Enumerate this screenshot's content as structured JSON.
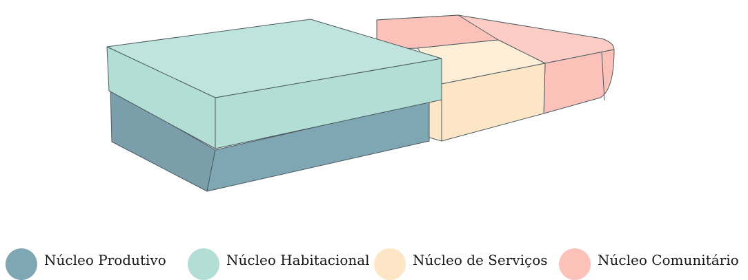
{
  "diagram": {
    "colors": {
      "produtivo": "#7fa6b3",
      "habitacional": "#b3ded6",
      "servicos": "#fde6c6",
      "comunitario": "#fcc2ba",
      "edge": "#4a5a5f"
    }
  },
  "legend": {
    "items": [
      {
        "label": "Núcleo Produtivo",
        "color": "#7fa6b3",
        "icon": "circle-swatch"
      },
      {
        "label": "Núcleo Habitacional",
        "color": "#b3ded6",
        "icon": "circle-swatch"
      },
      {
        "label": "Núcleo de Serviços",
        "color": "#fde6c6",
        "icon": "circle-swatch"
      },
      {
        "label": "Núcleo Comunitário",
        "color": "#fcc2ba",
        "icon": "circle-swatch"
      }
    ]
  }
}
